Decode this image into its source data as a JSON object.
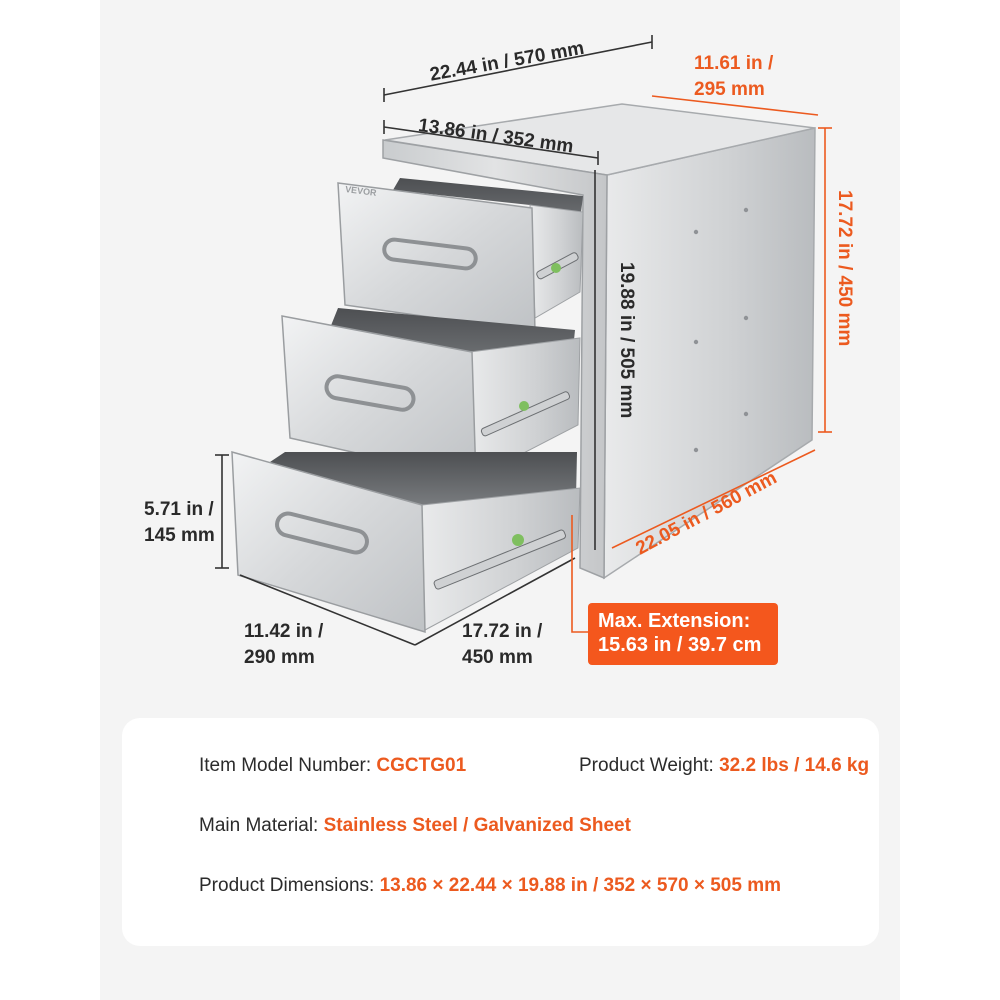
{
  "product": {
    "brand_mark": "VEVOR"
  },
  "dimensions": {
    "overall_depth": "22.44 in / 570 mm",
    "frame_width": "13.86 in / 352 mm",
    "side_depth_line1": "11.61 in /",
    "side_depth_line2": "295 mm",
    "side_height": "17.72 in / 450 mm",
    "front_height": "19.88 in / 505 mm",
    "side_length": "22.05 in / 560 mm",
    "drawer_height_line1": "5.71 in /",
    "drawer_height_line2": "145 mm",
    "drawer_width_line1": "11.42 in /",
    "drawer_width_line2": "290 mm",
    "drawer_depth_line1": "17.72 in /",
    "drawer_depth_line2": "450 mm",
    "extension_line1": "Max. Extension:",
    "extension_line2": "15.63 in / 39.7 cm"
  },
  "specs": {
    "model_label": "Item Model Number: ",
    "model_value": "CGCTG01",
    "weight_label": "Product Weight: ",
    "weight_value": "32.2 lbs / 14.6 kg",
    "material_label": "Main Material: ",
    "material_value": "Stainless Steel / Galvanized Sheet",
    "dims_label": "Product Dimensions: ",
    "dims_value": "13.86 × 22.44 × 19.88 in / 352 × 570 × 505 mm"
  },
  "colors": {
    "accent": "#ec5a1f",
    "text_dark": "#2a2a2a",
    "steel": "#cfd1d3"
  }
}
